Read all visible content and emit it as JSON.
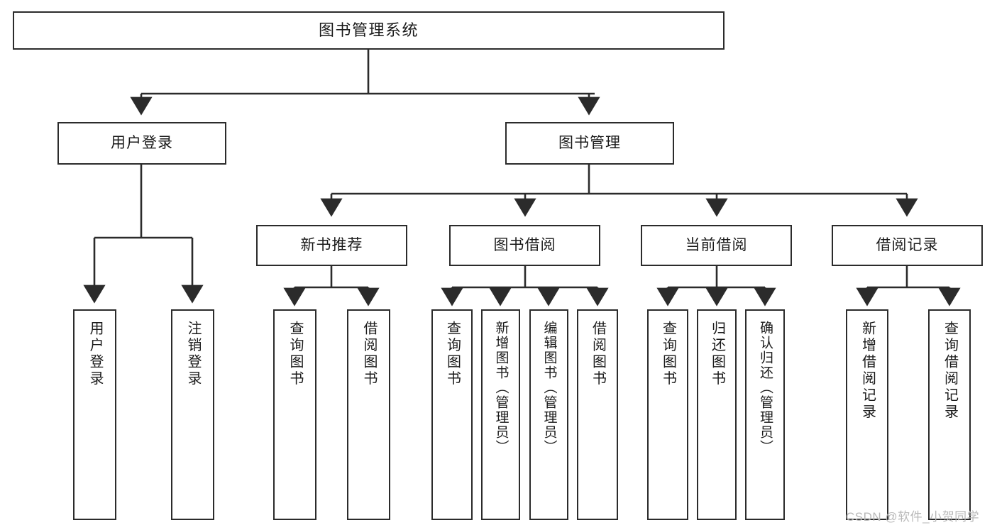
{
  "diagram": {
    "title": "图书管理系统",
    "type": "tree",
    "orientation": "top-down",
    "colors": {
      "background": "#ffffff",
      "node_border": "#2b2b2b",
      "node_fill": "#ffffff",
      "edge": "#2b2b2b",
      "text": "#1a1a1a",
      "watermark": "#b9b9b9"
    },
    "watermark": "CSDN @软件_小贺同学",
    "nodes": {
      "root": {
        "label": "图书管理系统"
      },
      "level1": [
        {
          "label": "用户登录"
        },
        {
          "label": "图书管理"
        }
      ],
      "level2": [
        {
          "label": "新书推荐"
        },
        {
          "label": "图书借阅"
        },
        {
          "label": "当前借阅"
        },
        {
          "label": "借阅记录"
        }
      ],
      "leaves_user_login": [
        {
          "label": "用户登录"
        },
        {
          "label": "注销登录"
        }
      ],
      "leaves_new_book": [
        {
          "label": "查询图书"
        },
        {
          "label": "借阅图书"
        }
      ],
      "leaves_borrow": [
        {
          "label": "查询图书"
        },
        {
          "label": "新增图书（管理员）"
        },
        {
          "label": "编辑图书（管理员）"
        },
        {
          "label": "借阅图书"
        }
      ],
      "leaves_current": [
        {
          "label": "查询图书"
        },
        {
          "label": "归还图书"
        },
        {
          "label": "确认归还（管理员）"
        }
      ],
      "leaves_records": [
        {
          "label": "新增借阅记录"
        },
        {
          "label": "查询借阅记录"
        }
      ]
    }
  }
}
